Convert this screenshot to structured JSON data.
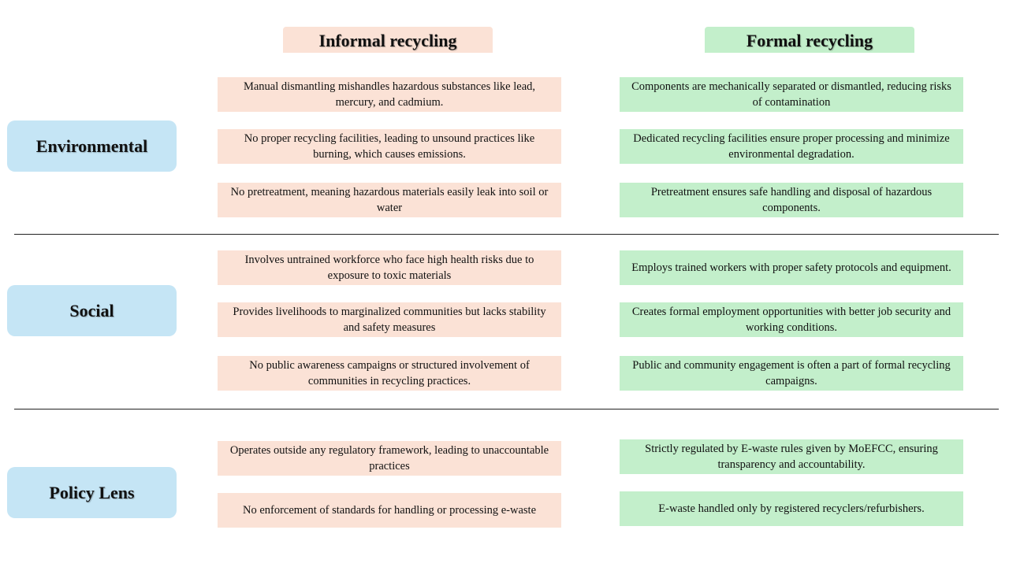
{
  "headers": {
    "informal": "Informal recycling",
    "formal": "Formal recycling"
  },
  "sections": [
    {
      "label": "Environmental",
      "rows": [
        {
          "informal": "Manual dismantling mishandles hazardous substances like lead, mercury, and cadmium.",
          "formal": "Components are mechanically separated or dismantled, reducing risks of contamination"
        },
        {
          "informal": "No proper recycling facilities, leading to unsound practices like burning, which causes emissions.",
          "formal": "Dedicated recycling facilities ensure proper processing and minimize environmental degradation."
        },
        {
          "informal": "No pretreatment, meaning hazardous materials easily leak into soil or water",
          "formal": "Pretreatment ensures safe handling and disposal of hazardous components."
        }
      ]
    },
    {
      "label": "Social",
      "rows": [
        {
          "informal": "Involves untrained workforce who face high health risks due to exposure to toxic materials",
          "formal": "Employs trained workers with proper safety protocols and equipment."
        },
        {
          "informal": "Provides livelihoods to marginalized communities but lacks stability and safety measures",
          "formal": "Creates formal employment opportunities with better job security and working conditions."
        },
        {
          "informal": "No public awareness campaigns or structured involvement of communities in recycling practices.",
          "formal": "Public and community engagement is often a part of formal recycling campaigns."
        }
      ]
    },
    {
      "label": "Policy Lens",
      "rows": [
        {
          "informal": "Operates outside any regulatory framework, leading to unaccountable practices",
          "formal": "Strictly regulated by E-waste rules given by MoEFCC, ensuring transparency and accountability."
        },
        {
          "informal": "No enforcement of standards for handling or processing e-waste",
          "formal": "E-waste handled only by registered recyclers/refurbishers."
        }
      ]
    }
  ],
  "colors": {
    "informal_fill": "#fbe2d6",
    "formal_fill": "#c3efcb",
    "label_fill": "#c5e5f5",
    "divider": "#222222"
  }
}
